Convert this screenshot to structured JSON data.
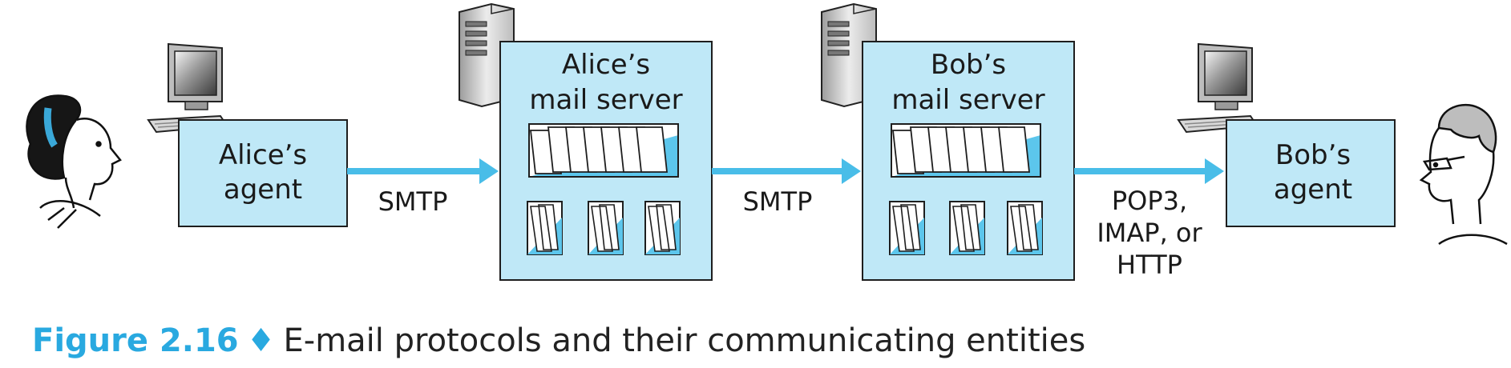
{
  "colors": {
    "box_fill": "#bfe8f7",
    "box_stroke": "#1e1e1e",
    "arrow": "#49bde8",
    "caption_accent": "#29a9e0",
    "queue_fill": "#5cc6ec"
  },
  "nodes": {
    "alice_agent": {
      "line1": "Alice’s",
      "line2": "agent"
    },
    "alice_server": {
      "line1": "Alice’s",
      "line2": "mail server"
    },
    "bob_server": {
      "line1": "Bob’s",
      "line2": "mail server"
    },
    "bob_agent": {
      "line1": "Bob’s",
      "line2": "agent"
    }
  },
  "links": {
    "agent_to_server": "SMTP",
    "server_to_server": "SMTP",
    "server_to_agent": [
      "POP3,",
      "IMAP, or",
      "HTTP"
    ]
  },
  "icons": [
    "alice-person-icon",
    "bob-person-icon",
    "desktop-computer-icon",
    "server-tower-icon",
    "message-queue-icon",
    "mailbox-icon"
  ],
  "caption": {
    "figure_number": "Figure 2.16",
    "separator": "♦",
    "text": "E-mail protocols and their communicating entities"
  }
}
